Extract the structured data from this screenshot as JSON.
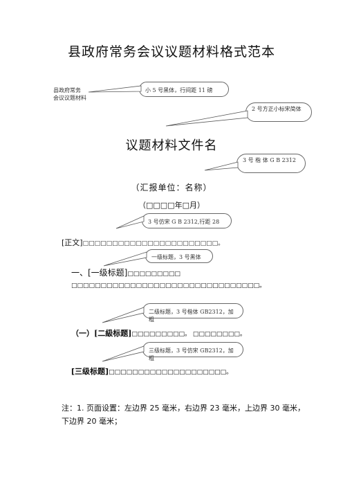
{
  "doc_title": "县政府常务会议议题材料格式范本",
  "label_left_1": "县政府常务",
  "label_left_2": "会议议题材料",
  "callout_1": "小 5 号黑体，行间距 11 磅",
  "callout_2": "2 号方正小标宋简体",
  "material_title": "议题材料文件名",
  "callout_3": "3 号 楷 体 G B 2312",
  "reporter": "（汇报单位：名称）",
  "date_line": "（□□□□年□月）",
  "callout_4": "3 号仿宋 G B 2312,行距 28",
  "body_prefix": "[正文]",
  "body_boxes": "□□□□□□□□□□□□□□□□□□□□□□□。",
  "callout_5": "一级标题，3 号黑体",
  "level1_prefix": "一、[一级标题]",
  "level1_boxes": "□□□□□□□□□",
  "level1_cont": "□□□□□□□□□□□□□□□□□□□□□□□□□□□□□□□□。",
  "callout_6": "二级标题，3 号楷体 GB2312，加粗",
  "level2_prefix": "（一）[二級标题]",
  "level2_boxes": "□□□□□□□□□。 □□□□□□□□。",
  "callout_7": "三级标题，3 号仿宋 GB2312，加粗",
  "level3_prefix": "[三级标题]",
  "level3_boxes": "□□□□□□□□□□□□□□□□□□□□。",
  "note_text": "注：1. 页面设置：左边界 25 毫米，右边界 23 毫米，上边界 30 毫米，下边界 20 毫米；"
}
